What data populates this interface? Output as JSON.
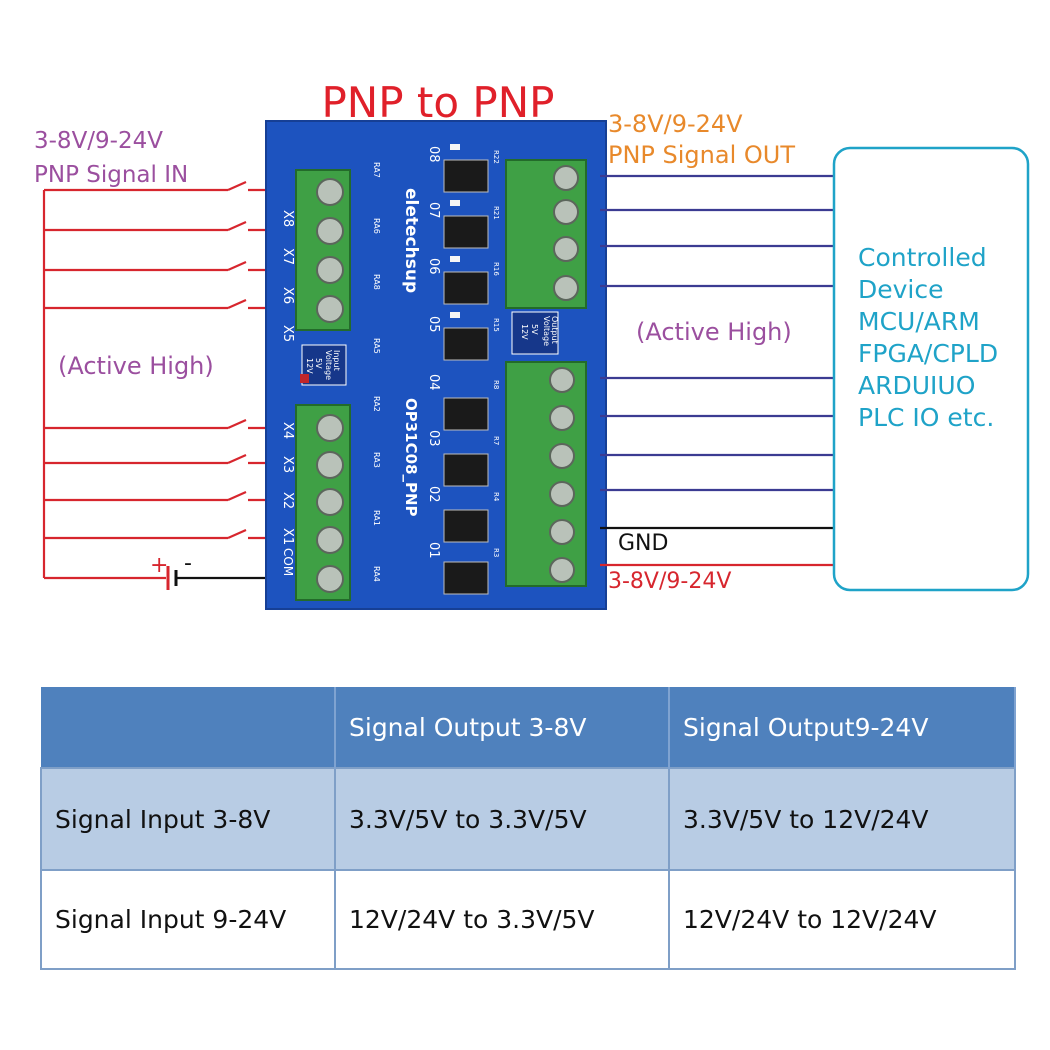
{
  "diagram": {
    "title": "PNP to PNP",
    "input": {
      "voltage": "3-8V/9-24V",
      "label": "PNP Signal IN",
      "mode": "(Active High)"
    },
    "output": {
      "voltage": "3-8V/9-24V",
      "label": "PNP Signal OUT",
      "mode": "(Active High)"
    },
    "battery": {
      "plus": "+",
      "minus": "-"
    },
    "gnd_label": "GND",
    "supply_label": "3-8V/9-24V",
    "device_lines": [
      "Controlled",
      "Device",
      "MCU/ARM",
      "FPGA/CPLD",
      "ARDUIUO",
      "PLC IO etc."
    ],
    "board": {
      "brand": "eletechsup",
      "model": "OP31C08_PNP",
      "input_terminals": [
        "X8",
        "X7",
        "X6",
        "X5",
        "X4",
        "X3",
        "X2",
        "X1",
        "COM"
      ],
      "output_pins": [
        "08",
        "07",
        "06",
        "05",
        "04",
        "03",
        "02",
        "01"
      ],
      "input_voltage_lines": [
        "Input",
        "Voltage",
        "5V",
        "12V"
      ],
      "output_voltage_lines": [
        "Output",
        "Voltage",
        "5V",
        "12V"
      ],
      "resistor_labels": [
        "RA7",
        "RA6",
        "RA8",
        "RA5",
        "RA2",
        "RA3",
        "RA1",
        "RA4",
        "R22",
        "R21",
        "R16",
        "R15",
        "R8",
        "R7",
        "R4",
        "R3"
      ]
    },
    "colors": {
      "title": "#e0202a",
      "input_text": "#9b4f9f",
      "output_text": "#e8892b",
      "device_text": "#1fa3c8",
      "input_wire": "#d7262e",
      "output_wire": "#3b3b92",
      "board": "#1d53bf",
      "terminal": "#3fa045"
    }
  },
  "table": {
    "headers": [
      "",
      "Signal Output 3-8V",
      "Signal Output9-24V"
    ],
    "rows": [
      [
        "Signal Input 3-8V",
        "3.3V/5V to 3.3V/5V",
        "3.3V/5V to 12V/24V"
      ],
      [
        "Signal Input 9-24V",
        "12V/24V to 3.3V/5V",
        "12V/24V to 12V/24V"
      ]
    ]
  }
}
